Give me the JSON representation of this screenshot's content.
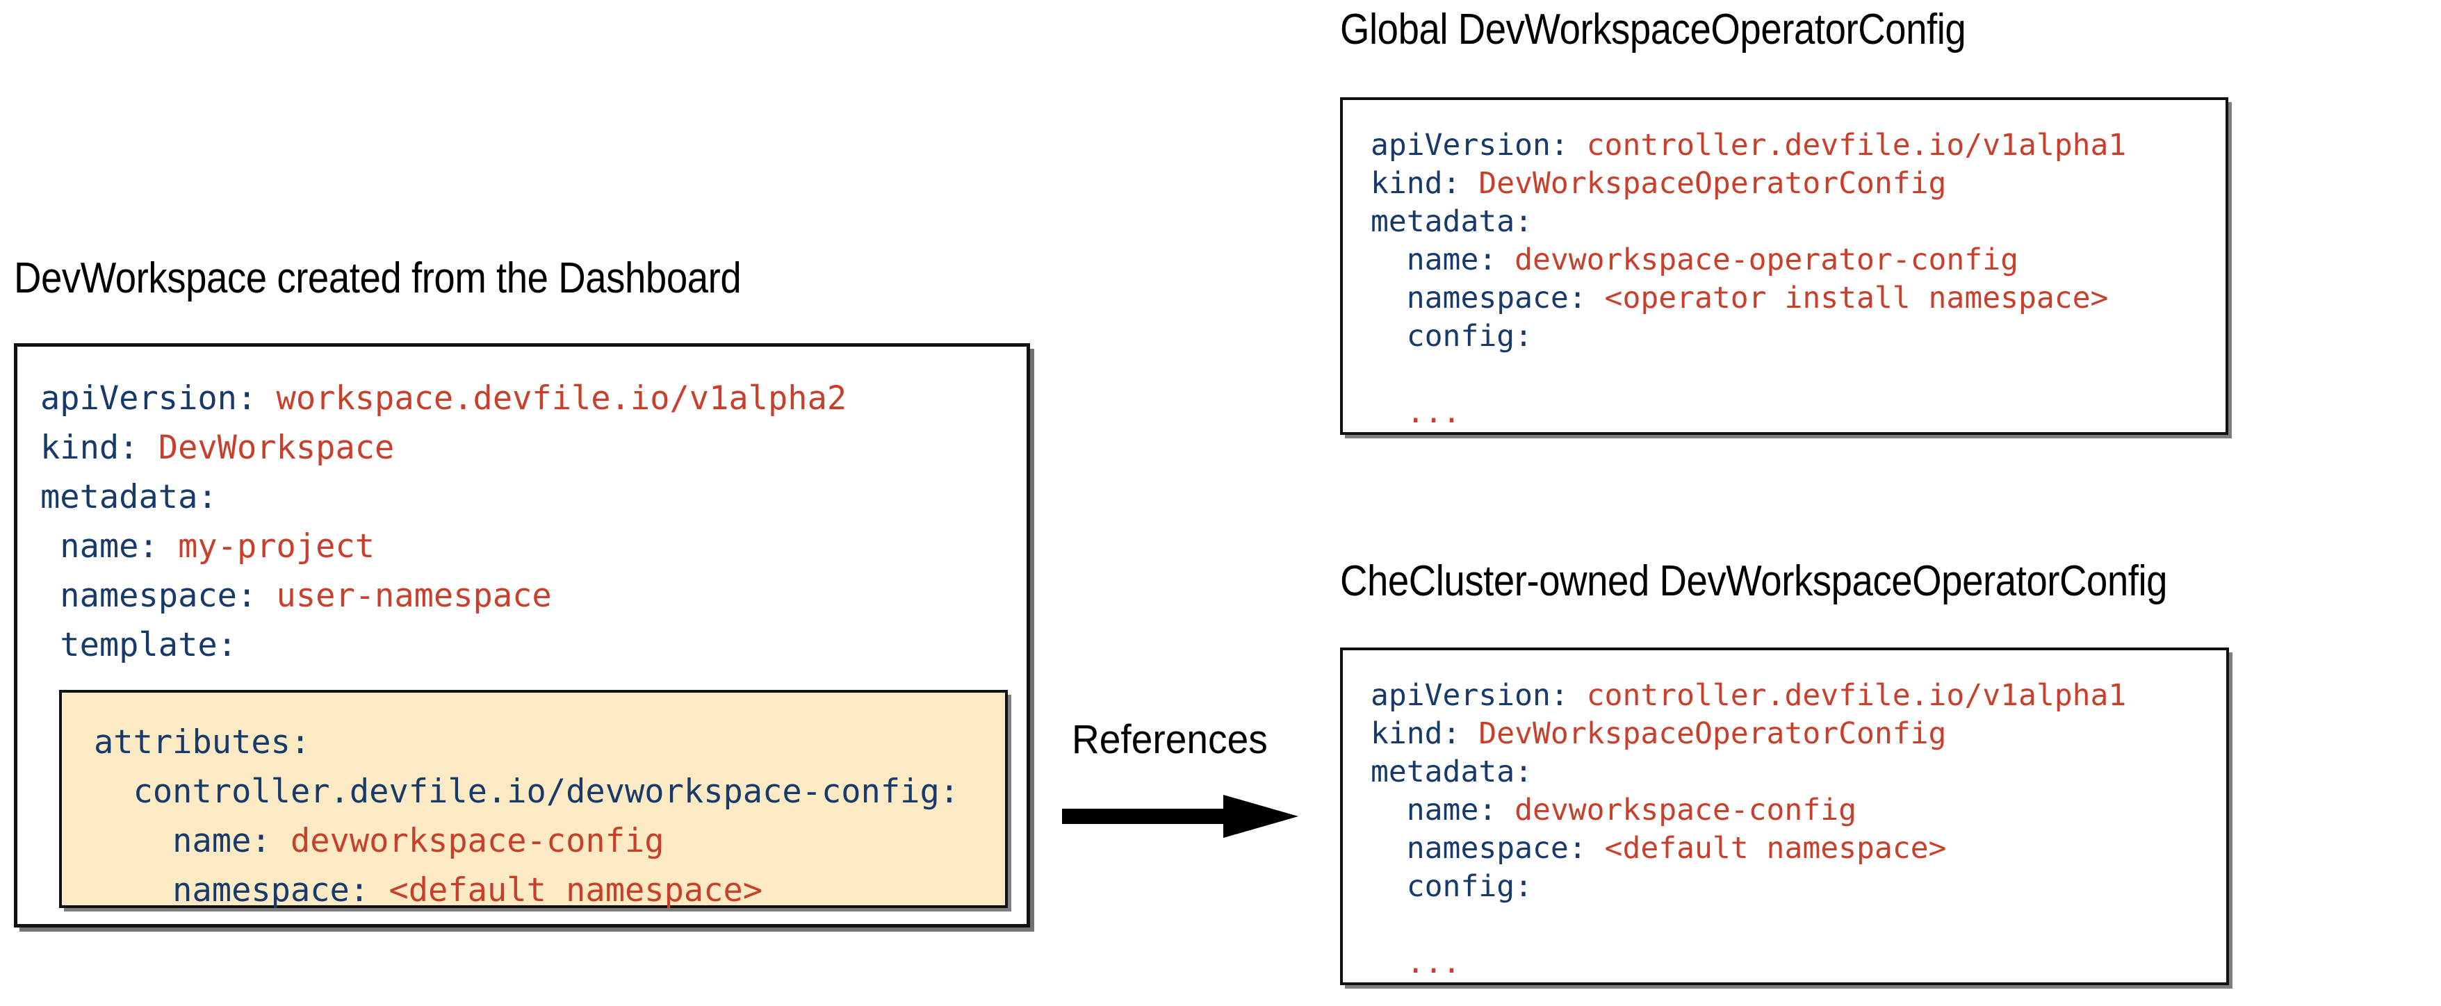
{
  "colors": {
    "key": "#173a6b",
    "value": "#c8402b",
    "highlight_background": "#fbeac3",
    "border": "#111111",
    "text": "#000000",
    "background": "#ffffff"
  },
  "left_panel": {
    "title": "DevWorkspace created from the Dashboard",
    "yaml_lines": [
      {
        "key": "apiVersion:",
        "value": " workspace.devfile.io/v1alpha2"
      },
      {
        "key": "kind:",
        "value": " DevWorkspace"
      },
      {
        "key": "metadata:",
        "value": ""
      },
      {
        "key": " name:",
        "value": " my-project"
      },
      {
        "key": " namespace:",
        "value": " user-namespace"
      },
      {
        "key": " template:",
        "value": ""
      }
    ],
    "highlight": {
      "yaml_lines": [
        {
          "key": "attributes:",
          "value": ""
        },
        {
          "key": "  controller.devfile.io/devworkspace-config:",
          "value": ""
        },
        {
          "key": "    name:",
          "value": " devworkspace-config"
        },
        {
          "key": "    namespace:",
          "value": " <default namespace>"
        }
      ]
    }
  },
  "connector": {
    "label": "References",
    "icon": "arrow-right-icon"
  },
  "top_right_panel": {
    "title": "Global DevWorkspaceOperatorConfig",
    "yaml_lines": [
      {
        "key": "apiVersion:",
        "value": " controller.devfile.io/v1alpha1"
      },
      {
        "key": "kind:",
        "value": " DevWorkspaceOperatorConfig"
      },
      {
        "key": "metadata:",
        "value": ""
      },
      {
        "key": "  name:",
        "value": " devworkspace-operator-config"
      },
      {
        "key": "  namespace:",
        "value": " <operator install namespace>"
      },
      {
        "key": "  config:",
        "value": ""
      },
      {
        "key": "",
        "value": ""
      },
      {
        "key": "  ",
        "value": "..."
      }
    ]
  },
  "bottom_right_panel": {
    "title": "CheCluster-owned DevWorkspaceOperatorConfig",
    "yaml_lines": [
      {
        "key": "apiVersion:",
        "value": " controller.devfile.io/v1alpha1"
      },
      {
        "key": "kind:",
        "value": " DevWorkspaceOperatorConfig"
      },
      {
        "key": "metadata:",
        "value": ""
      },
      {
        "key": "  name:",
        "value": " devworkspace-config"
      },
      {
        "key": "  namespace:",
        "value": " <default namespace>"
      },
      {
        "key": "  config:",
        "value": ""
      },
      {
        "key": "",
        "value": ""
      },
      {
        "key": "  ",
        "value": "..."
      }
    ]
  }
}
